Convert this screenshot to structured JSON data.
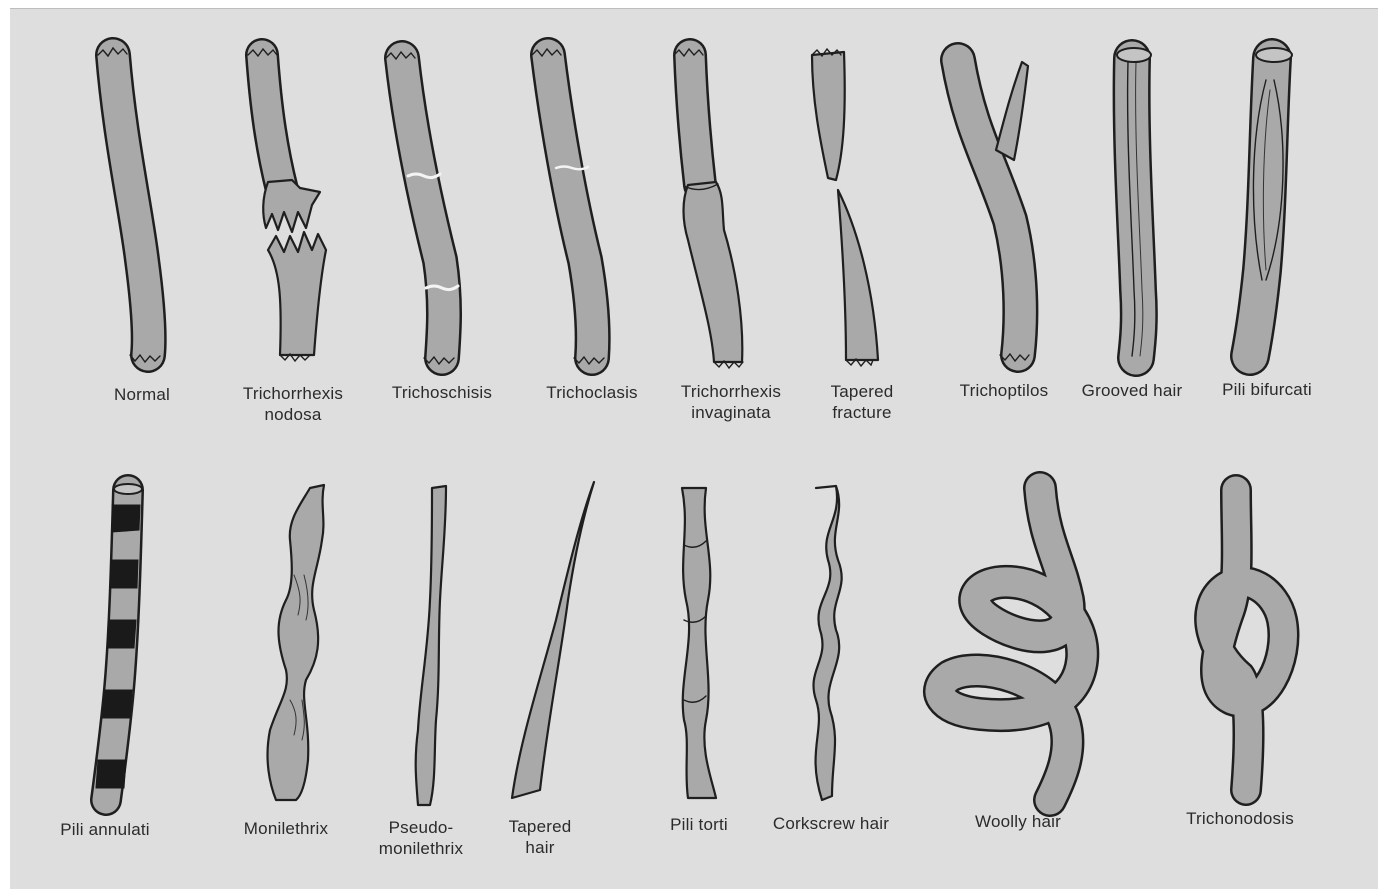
{
  "figure": {
    "row1": [
      {
        "id": "normal",
        "lines": [
          "Normal"
        ]
      },
      {
        "id": "trichorrhexis-nodosa",
        "lines": [
          "Trichorrhexis",
          "nodosa"
        ]
      },
      {
        "id": "trichoschisis",
        "lines": [
          "Trichoschisis"
        ]
      },
      {
        "id": "trichoclasis",
        "lines": [
          "Trichoclasis"
        ]
      },
      {
        "id": "trichorrhexis-invaginata",
        "lines": [
          "Trichorrhexis",
          "invaginata"
        ]
      },
      {
        "id": "tapered-fracture",
        "lines": [
          "Tapered",
          "fracture"
        ]
      },
      {
        "id": "trichoptilos",
        "lines": [
          "Trichoptilos"
        ]
      },
      {
        "id": "grooved-hair",
        "lines": [
          "Grooved hair"
        ]
      },
      {
        "id": "pili-bifurcati",
        "lines": [
          "Pili bifurcati"
        ]
      }
    ],
    "row2": [
      {
        "id": "pili-annulati",
        "lines": [
          "Pili annulati"
        ]
      },
      {
        "id": "monilethrix",
        "lines": [
          "Monilethrix"
        ]
      },
      {
        "id": "pseudo-monilethrix",
        "lines": [
          "Pseudo-",
          "monilethrix"
        ]
      },
      {
        "id": "tapered-hair",
        "lines": [
          "Tapered",
          "hair"
        ]
      },
      {
        "id": "pili-torti",
        "lines": [
          "Pili torti"
        ]
      },
      {
        "id": "corkscrew-hair",
        "lines": [
          "Corkscrew hair"
        ]
      },
      {
        "id": "woolly-hair",
        "lines": [
          "Woolly hair"
        ]
      },
      {
        "id": "trichonodosis",
        "lines": [
          "Trichonodosis"
        ]
      }
    ],
    "colors": {
      "hair_fill": "#a9a9a9",
      "outline": "#1f1f1f",
      "background": "#dedede",
      "band": "#1a1a1a"
    }
  }
}
